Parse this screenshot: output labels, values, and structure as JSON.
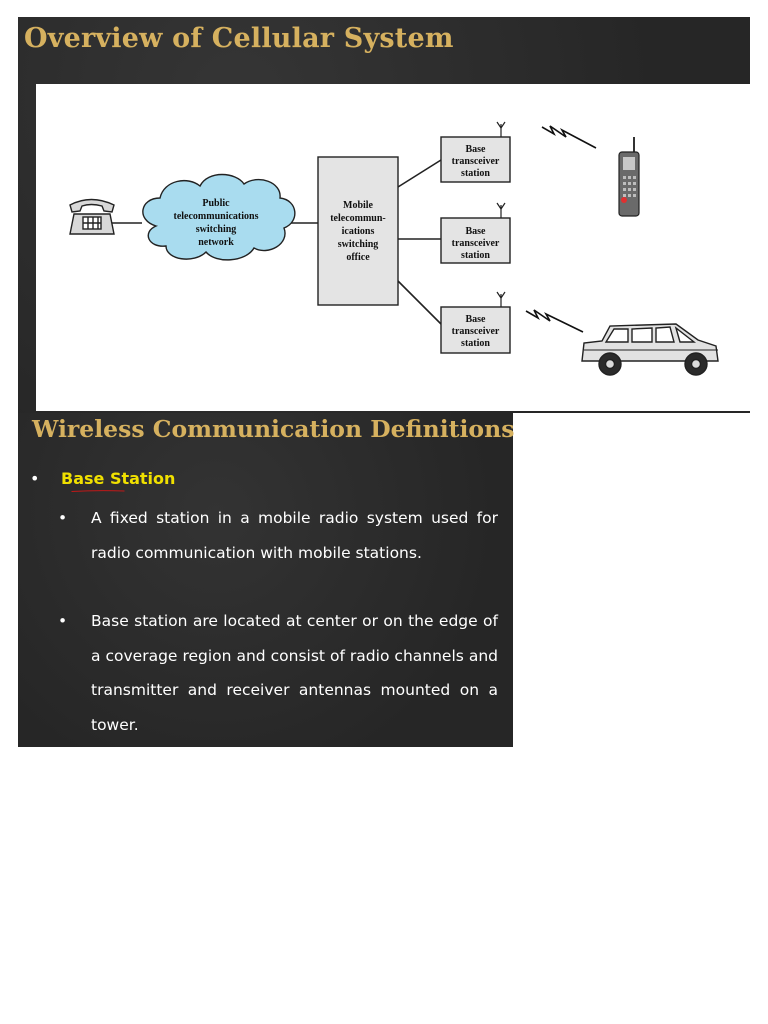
{
  "slide1": {
    "title": "Overview of Cellular System",
    "diagram": {
      "cloud_lines": [
        "Public",
        "telecommunications",
        "switching",
        "network"
      ],
      "mtso_lines": [
        "Mobile",
        "telecommun-",
        "ications",
        "switching",
        "office"
      ],
      "bts_lines": [
        "Base",
        "transceiver",
        "station"
      ]
    }
  },
  "slide2": {
    "title": "Wireless Communication Definitions",
    "term": "Base Station",
    "bullets": [
      "A fixed station in a mobile radio system used for radio communication with mobile stations.",
      "Base station are located at center or on the edge of a coverage region and consist of radio channels and transmitter and receiver antennas mounted on a tower."
    ]
  },
  "colors": {
    "slide_bg": "#2b2b2b",
    "title_gold": "#d6b15f",
    "term_yellow": "#f0e000",
    "underline_red": "#c01818",
    "cloud_blue": "#a9dcef",
    "box_gray": "#e4e4e4"
  }
}
